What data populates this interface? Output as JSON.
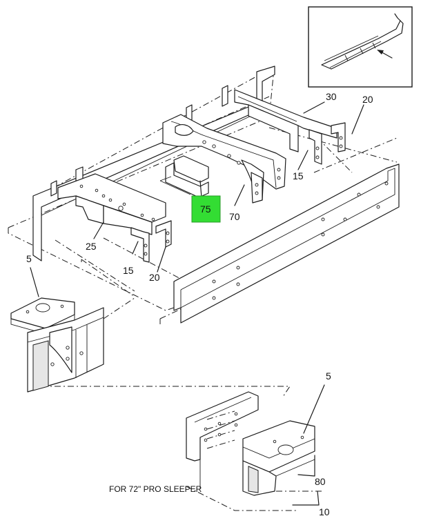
{
  "diagram": {
    "callouts": [
      {
        "id": "c30",
        "text": "30"
      },
      {
        "id": "c20a",
        "text": "20"
      },
      {
        "id": "c15a",
        "text": "15"
      },
      {
        "id": "c70",
        "text": "70"
      },
      {
        "id": "c75",
        "text": "75"
      },
      {
        "id": "c25",
        "text": "25"
      },
      {
        "id": "c15b",
        "text": "15"
      },
      {
        "id": "c20b",
        "text": "20"
      },
      {
        "id": "c5a",
        "text": "5"
      },
      {
        "id": "c5b",
        "text": "5"
      },
      {
        "id": "c80",
        "text": "80"
      },
      {
        "id": "c10",
        "text": "10"
      }
    ],
    "note": "FOR 72\" PRO SLEEPER",
    "highlight_color": "#33dd33"
  }
}
